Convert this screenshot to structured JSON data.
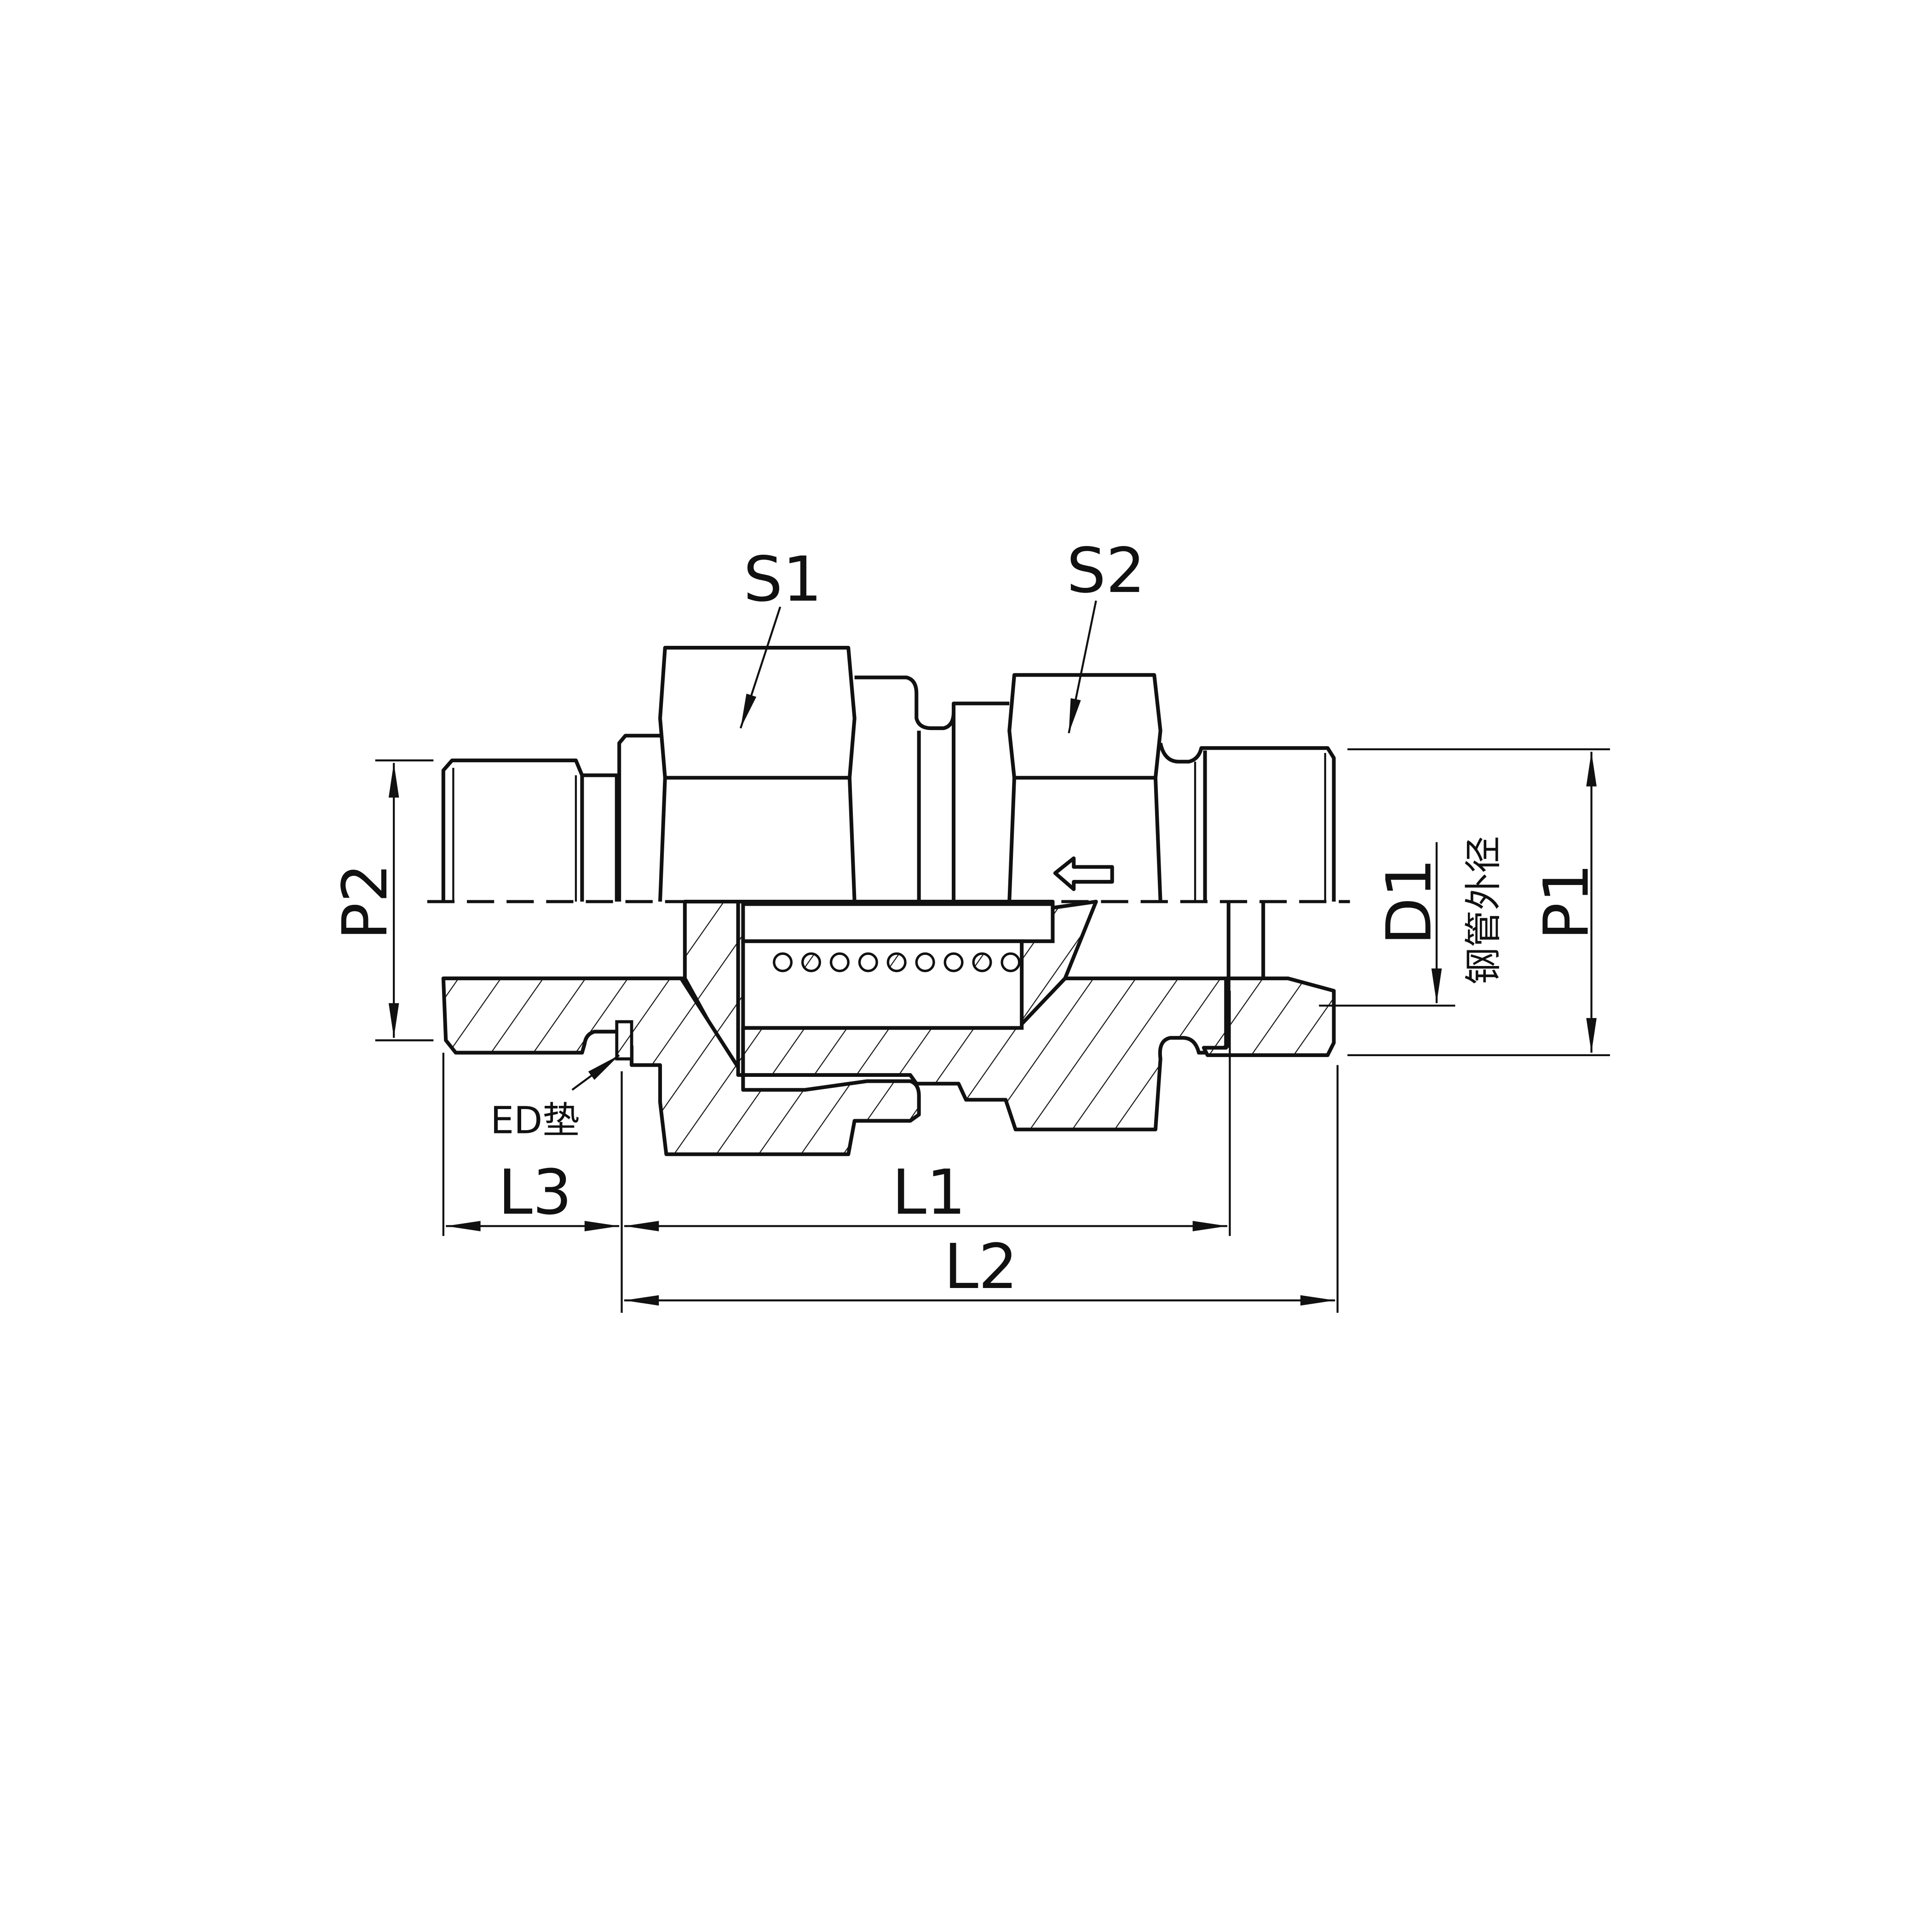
{
  "labels": {
    "s1": "S1",
    "s2": "S2",
    "p1": "P1",
    "p2": "P2",
    "d1": "D1",
    "d1_note": "钢管外径",
    "ed_seal": "ED垫",
    "l1": "L1",
    "l2": "L2",
    "l3": "L3"
  },
  "colors": {
    "line": "#111111",
    "background": "#ffffff"
  }
}
